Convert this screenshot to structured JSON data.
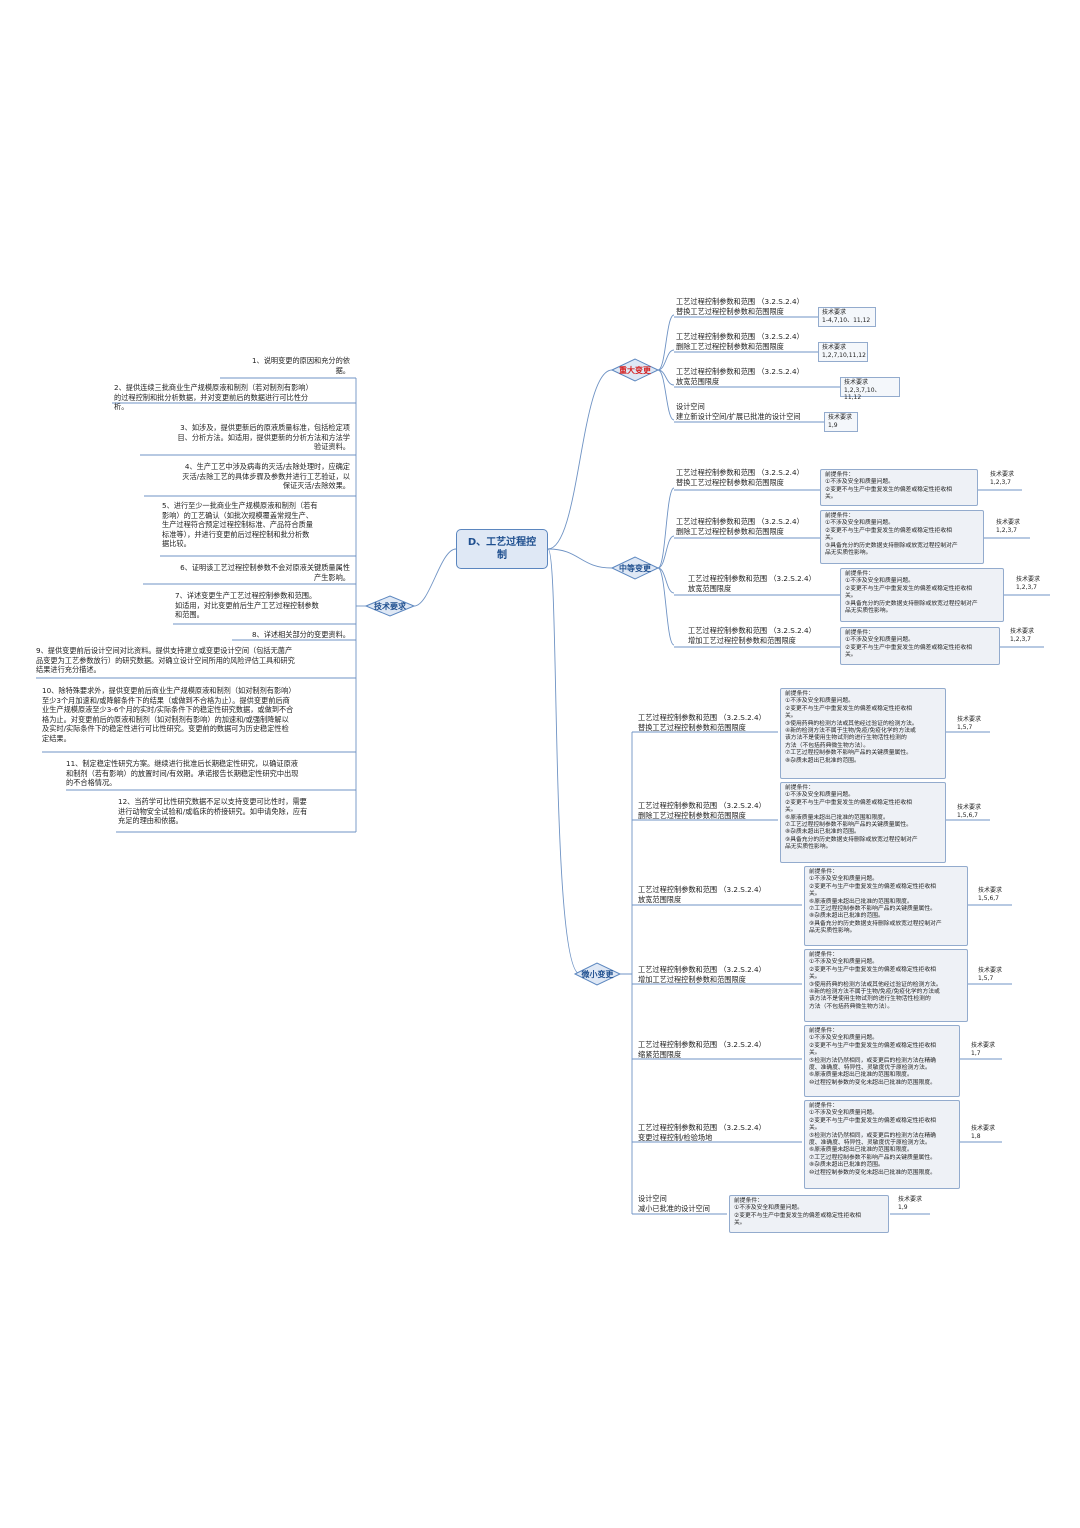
{
  "center": "D、工艺过程控\n制",
  "tech_label": "技术要求",
  "branches": {
    "major": {
      "label": "重大变更",
      "color": "#d42020"
    },
    "moderate": {
      "label": "中等变更",
      "color": "#1f4f8f"
    },
    "minor": {
      "label": "微小变更",
      "color": "#1f4f8f"
    }
  },
  "requirements": [
    "1、说明变更的原因和充分的依\n据。",
    "2、提供连续三批商业生产规模原液和制剂（若对制剂有影响）\n的过程控制和批分析数据，并对变更前后的数据进行可比性分\n析。",
    "3、如涉及，提供更新后的原液质量标准，包括检定项\n目、分析方法。如适用，提供更新的分析方法和方法学\n验证资料。",
    "4、生产工艺中涉及病毒的灭活/去除处理时，应确定\n灭活/去除工艺的具体步骤及参数并进行工艺验证，以\n保证灭活/去除效果。",
    "5、进行至少一批商业生产规模原液和制剂（若有\n影响）的工艺确认（如批次规模覆盖常规生产、\n生产过程符合预定过程控制标准、产品符合质量\n标准等），并进行变更前后过程控制和批分析数\n据比较。",
    "6、证明该工艺过程控制参数不会对原液关键质量属性\n产生影响。",
    "7、详述变更生产工艺过程控制参数和范围。\n如适用，对比变更前后生产工艺过程控制参数\n和范围。",
    "8、详述相关部分的变更资料。",
    "9、提供变更前后设计空间对比资料。提供支持建立或变更设计空间（包括无菌产\n品变更为工艺参数放行）的研究数据。对确立设计空间所用的风险评估工具和研究\n结果进行充分描述。",
    "10、除特殊要求外，提供变更前后商业生产规模原液和制剂（如对制剂有影响）\n至少3个月加速和/或降解条件下的结果（或做到不合格为止）。提供变更前后商\n业生产规模原液至少3-6个月的实时/实际条件下的稳定性研究数据，或做到不合\n格为止。对变更前后的原液和制剂（如对制剂有影响）的加速和/或强制降解以\n及实时/实际条件下的稳定性进行可比性研究。变更前的数据可为历史稳定性检\n定结果。",
    "11、制定稳定性研究方案。继续进行批准后长期稳定性研究，以确证原液\n和制剂（若有影响）的放置时间/有效期。承诺报告长期稳定性研究中出现\n的不合格情况。",
    "12、当药学可比性研究数据不足以支持变更可比性时，需要\n进行动物安全试验和/或临床的桥接研究。如申请免除，应有\n充足的理由和依据。"
  ],
  "major_items": [
    {
      "label": "工艺过程控制参数和范围 （3.2.S.2.4）\n替换工艺过程控制参数和范围限度",
      "tech": "技术要求\n1-4,7,10、11,12"
    },
    {
      "label": "工艺过程控制参数和范围 （3.2.S.2.4）\n删除工艺过程控制参数和范围限度",
      "tech": "技术要求\n1,2,7,10,11,12"
    },
    {
      "label": "工艺过程控制参数和范围 （3.2.S.2.4）\n放宽范围限度",
      "tech": "技术要求\n1,2,3,7,10、11,12"
    },
    {
      "label": "设计空间\n建立新设计空间/扩展已批准的设计空间",
      "tech": "技术要求\n1,9"
    }
  ],
  "moderate_items": [
    {
      "label": "工艺过程控制参数和范围 （3.2.S.2.4）\n替换工艺过程控制参数和范围限度",
      "cond": "前提条件：\n①不涉及安全和质量问题。\n②变更不与生产中重复发生的偏差或稳定性拒收相\n关。",
      "tech": "技术要求\n1,2,3,7"
    },
    {
      "label": "工艺过程控制参数和范围 （3.2.S.2.4）\n删除工艺过程控制参数和范围限度",
      "cond": "前提条件：\n①不涉及安全和质量问题。\n②变更不与生产中重复发生的偏差或稳定性拒收相\n关。\n③具备充分的历史数据支持删除或放宽过程控制对产\n品无实质性影响。",
      "tech": "技术要求\n1,2,3,7"
    },
    {
      "label": "工艺过程控制参数和范围 （3.2.S.2.4）\n放宽范围限度",
      "cond": "前提条件：\n①不涉及安全和质量问题。\n②变更不与生产中重复发生的偏差或稳定性拒收相\n关。\n③具备充分的历史数据支持删除或放宽过程控制对产\n品无实质性影响。",
      "tech": "技术要求\n1,2,3,7"
    },
    {
      "label": "工艺过程控制参数和范围 （3.2.S.2.4）\n增加工艺过程控制参数和范围限度",
      "cond": "前提条件：\n①不涉及安全和质量问题。\n②变更不与生产中重复发生的偏差或稳定性拒收相\n关。",
      "tech": "技术要求\n1,2,3,7"
    }
  ],
  "minor_items": [
    {
      "label": "工艺过程控制参数和范围 （3.2.S.2.4）\n替换工艺过程控制参数和范围限度",
      "cond": "前提条件：\n①不涉及安全和质量问题。\n②变更不与生产中重复发生的偏差或稳定性拒收相\n关。\n③使用药典的检测方法或其他经过验证的检测方法。\n④新的检测方法不属于生物/免疫/免疫化学的方法或\n该方法不是使用生物试剂的进行生物活性检测的\n方法（不包括药典微生物方法）。\n⑦工艺过程控制参数不影响产品的关键质量属性。\n⑧杂质未超出已批准的范围。",
      "tech": "技术要求\n1,5,7"
    },
    {
      "label": "工艺过程控制参数和范围 （3.2.S.2.4）\n删除工艺过程控制参数和范围限度",
      "cond": "前提条件：\n①不涉及安全和质量问题。\n②变更不与生产中重复发生的偏差或稳定性拒收相\n关。\n⑥原液质量未超出已批准的范围和限度。\n⑦工艺过程控制参数不影响产品的关键质量属性。\n⑧杂质未超出已批准的范围。\n⑨具备充分的历史数据支持删除或放宽过程控制对产\n品无实质性影响。",
      "tech": "技术要求\n1,5,6,7"
    },
    {
      "label": "工艺过程控制参数和范围 （3.2.S.2.4）\n放宽范围限度",
      "cond": "前提条件：\n①不涉及安全和质量问题。\n②变更不与生产中重复发生的偏差或稳定性拒收相\n关。\n⑥原液质量未超出已批准的范围和限度。\n⑦工艺过程控制参数不影响产品的关键质量属性。\n⑧杂质未超出已批准的范围。\n⑨具备充分的历史数据支持删除或放宽过程控制对产\n品无实质性影响。",
      "tech": "技术要求\n1,5,6,7"
    },
    {
      "label": "工艺过程控制参数和范围 （3.2.S.2.4）\n增加工艺过程控制参数和范围限度",
      "cond": "前提条件：\n①不涉及安全和质量问题。\n②变更不与生产中重复发生的偏差或稳定性拒收相\n关。\n③使用药典的检测方法或其他经过验证的检测方法。\n④新的检测方法不属于生物/免疫/免疫化学的方法或\n该方法不是使用生物试剂的进行生物活性检测的\n方法（不包括药典微生物方法）。",
      "tech": "技术要求\n1,5,7"
    },
    {
      "label": "工艺过程控制参数和范围 （3.2.S.2.4）\n缩紧范围限度",
      "cond": "前提条件：\n①不涉及安全和质量问题。\n②变更不与生产中重复发生的偏差或稳定性拒收相\n关。\n⑤检测方法仍然相同，或变更后的检测方法在精确\n度、准确度、特异性、灵敏度优于原检测方法。\n⑥原液质量未超出已批准的范围和限度。\n⑩过程控制参数的变化未超出已批准的范围限度。",
      "tech": "技术要求\n1,7"
    },
    {
      "label": "工艺过程控制参数和范围 （3.2.S.2.4）\n变更过程控制/检验场地",
      "cond": "前提条件：\n①不涉及安全和质量问题。\n②变更不与生产中重复发生的偏差或稳定性拒收相\n关。\n⑤检测方法仍然相同，或变更后的检测方法在精确\n度、准确度、特异性、灵敏度优于原检测方法。\n⑥原液质量未超出已批准的范围和限度。\n⑦工艺过程控制参数不影响产品的关键质量属性。\n⑧杂质未超出已批准的范围。\n⑩过程控制参数的变化未超出已批准的范围限度。",
      "tech": "技术要求\n1,8"
    },
    {
      "label": "设计空间\n减小已批准的设计空间",
      "cond": "前提条件：\n①不涉及安全和质量问题。\n②变更不与生产中重复发生的偏差或稳定性拒收相\n关。",
      "tech": "技术要求\n1,9"
    }
  ]
}
